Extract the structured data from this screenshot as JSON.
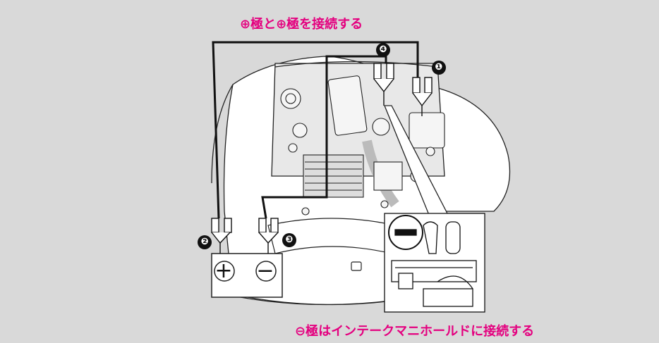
{
  "captions": {
    "top": "⊕極と⊕極を接続する",
    "bottom": "⊖極はインテークマニホールドに接続する"
  },
  "markers": [
    "❶",
    "❷",
    "❸",
    "❹"
  ],
  "battery": {
    "plus_symbol": "+",
    "minus_symbol": "−"
  },
  "colors": {
    "caption": "#e4007f",
    "background": "#d9d9d9",
    "line": "#111111"
  },
  "icons": [
    "car-engine-bay",
    "jumper-clamp",
    "battery",
    "intake-manifold-detail"
  ]
}
